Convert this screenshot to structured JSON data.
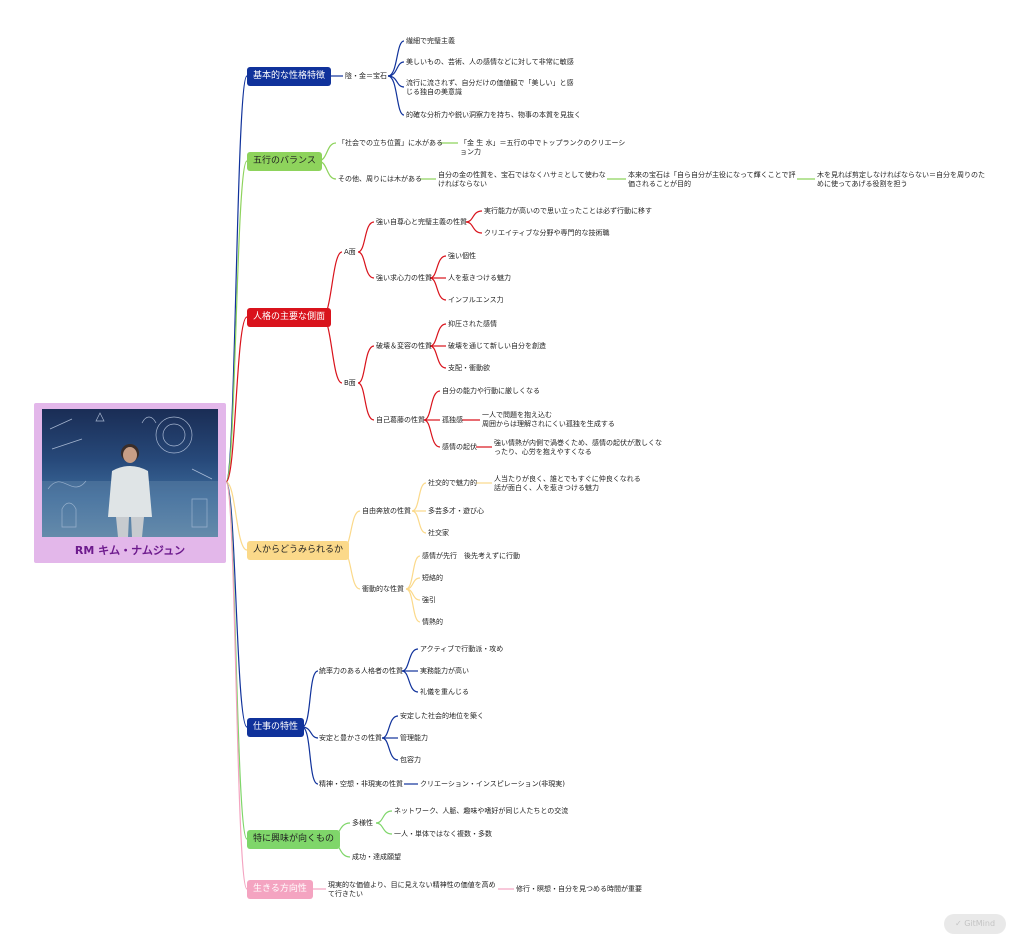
{
  "root": {
    "title": "RM キム・ナムジュン"
  },
  "categories": {
    "basic": "基本的な性格特徴",
    "gogyo": "五行のバランス",
    "aspects": "人格の主要な側面",
    "perceived": "人からどうみられるか",
    "work": "仕事の特性",
    "interest": "特に興味が向くもの",
    "way": "生きる方向性"
  },
  "basic": {
    "node": "陰・金＝宝石",
    "items": [
      "繊細で完璧主義",
      "美しいもの、芸術、人の感情などに対して非常に敏感",
      "流行に流されず、自分だけの価値観で「美しい」と感じる独自の美意識",
      "的確な分析力や鋭い洞察力を持ち、物事の本質を見抜く"
    ]
  },
  "gogyo": {
    "n1": "「社会での立ち位置」に水がある",
    "n1a": "「金 生 水」＝五行の中でトップランクのクリエーション力",
    "n2": "その他、周りには木がある",
    "n2a": "自分の金の性質を、宝石ではなくハサミとして使わなければならない",
    "n2b": "本来の宝石は「自ら自分が主役になって輝くことで評価されることが目的",
    "n2c": "木を見れば剪定しなければならない＝自分を周りのために使ってあげる役割を担う"
  },
  "aspects": {
    "a": "A面",
    "a1": "強い自尊心と完璧主義の性質",
    "a1_items": [
      "実行能力が高いので思い立ったことは必ず行動に移す",
      "クリエイティブな分野や専門的な技術職"
    ],
    "a2": "強い求心力の性質",
    "a2_items": [
      "強い個性",
      "人を惹きつける魅力",
      "インフルエンス力"
    ],
    "b": "B面",
    "b1": "破壊＆変容の性質",
    "b1_items": [
      "抑圧された感情",
      "破壊を通じて新しい自分を創造",
      "支配・衝動欲"
    ],
    "b2": "自己葛藤の性質",
    "b2_i1": "自分の能力や行動に厳しくなる",
    "b2_i2": "孤独感",
    "b2_i2a": "一人で問題を抱え込む",
    "b2_i2b": "周囲からは理解されにくい孤独を生成する",
    "b2_i3": "感情の起伏",
    "b2_i3a": "強い情熱が内側で渦巻くため、感情の起伏が激しくなったり、心労を抱えやすくなる"
  },
  "perceived": {
    "p1": "自由奔放の性質",
    "p1a": "社交的で魅力的",
    "p1a1": "人当たりが良く、誰とでもすぐに仲良くなれる話が面白く、人を惹きつける魅力",
    "p1b": "多芸多才・遊び心",
    "p1c": "社交家",
    "p2": "衝動的な性質",
    "p2_items": [
      "感情が先行　後先考えずに行動",
      "短絡的",
      "強引",
      "情熱的"
    ]
  },
  "work": {
    "w1": "統率力のある人格者の性質",
    "w1_items": [
      "アクティブで行動派・攻め",
      "実務能力が高い",
      "礼儀を重んじる"
    ],
    "w2": "安定と豊かさの性質",
    "w2_items": [
      "安定した社会的地位を築く",
      "管理能力",
      "包容力"
    ],
    "w3": "精神・空想・非現実の性質",
    "w3a": "クリエーション・インスピレーション(非現実)"
  },
  "interest": {
    "i1": "多様性",
    "i1_items": [
      "ネットワーク、人脈、趣味や嗜好が同じ人たちとの交流",
      "一人・単体ではなく複数・多数"
    ],
    "i2": "成功・達成願望"
  },
  "way": {
    "n1": "現実的な価値より、目に見えない精神性の価値を高めて行きたい",
    "n1a": "修行・瞑想・自分を見つめる時間が重要"
  },
  "logo": {
    "text": "GitMind"
  },
  "colors": {
    "blue": "#10329b",
    "green": "#8ed35c",
    "red": "#d9131c",
    "yellow": "#fbd98a",
    "pink": "#f4a4c1",
    "lightgreen": "#7fd66a",
    "root": "#e3b7ea"
  }
}
